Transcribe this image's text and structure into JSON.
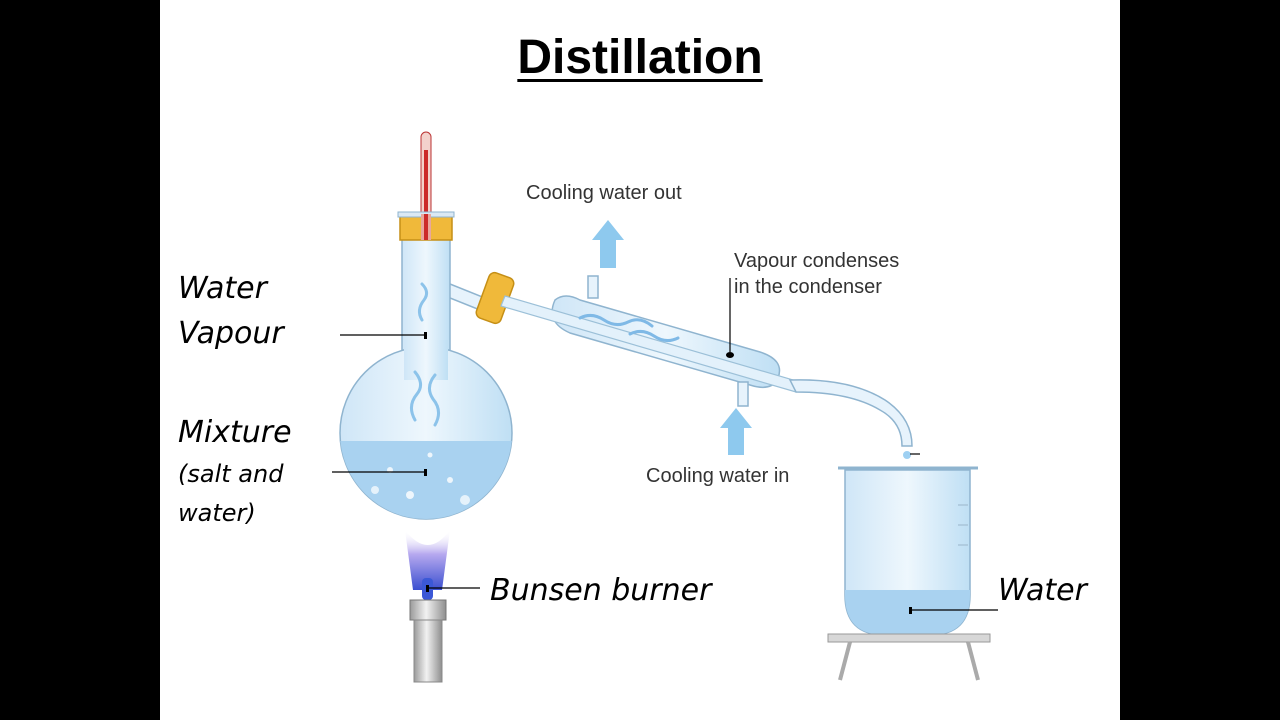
{
  "title": "Distillation",
  "labels": {
    "water_vapour_1": "Water",
    "water_vapour_2": "Vapour",
    "mixture": "Mixture",
    "mixture_sub_1": "(salt and",
    "mixture_sub_2": "water)",
    "bunsen_burner": "Bunsen burner",
    "water": "Water"
  },
  "captions": {
    "cooling_out": "Cooling water out",
    "cooling_in": "Cooling water in",
    "condenses_1": "Vapour condenses",
    "condenses_2": "in the condenser"
  },
  "colors": {
    "background": "#000000",
    "slide": "#ffffff",
    "glass": "#dcecf8",
    "liquid": "#a9d2f0",
    "cork": "#f0b93a",
    "thermometer": "#cc2a2a",
    "arrow": "#8ec9ee",
    "flame": "#6f74d8"
  }
}
